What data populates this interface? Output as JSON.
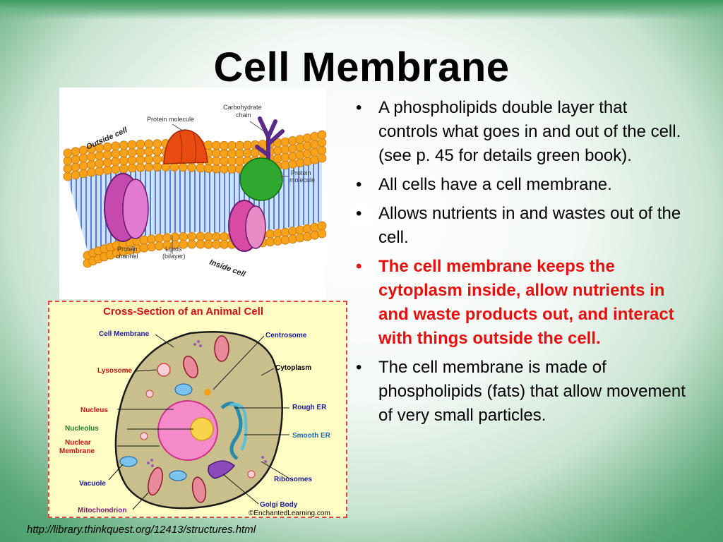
{
  "slide": {
    "title": "Cell Membrane",
    "source_url": "http://library.thinkquest.org/12413/structures.html"
  },
  "bullets": [
    {
      "text": "A phospholipids double layer that controls what goes in and out of the cell. (see p. 45 for details green book).",
      "style": "normal"
    },
    {
      "text": "All cells have a cell membrane.",
      "style": "normal"
    },
    {
      "text": "Allows nutrients in and wastes out of the cell.",
      "style": "normal"
    },
    {
      "text": "The cell membrane keeps the cytoplasm inside, allow nutrients in and waste products out, and interact with things outside the cell.",
      "style": "highlight"
    },
    {
      "text": "The cell membrane is made of phospholipids (fats) that allow movement of very small particles.",
      "style": "normal"
    }
  ],
  "bullet_symbol": "•",
  "membrane_diagram": {
    "labels": {
      "outside": "Outside cell",
      "inside": "Inside cell",
      "protein_top_1": "Protein molecule",
      "carb_1": "Carbohydrate",
      "carb_2": "chain",
      "protein_right_1": "Protein",
      "protein_right_2": "molecule",
      "channel_1": "Protein",
      "channel_2": "channel",
      "lipids_1": "Lipids",
      "lipids_2": "(bilayer)"
    }
  },
  "cell_diagram": {
    "title": "Cross-Section of an Animal Cell",
    "copyright": "©EnchantedLearning.com",
    "labels": {
      "cell_membrane": "Cell Membrane",
      "lysosome": "Lysosome",
      "nucleus": "Nucleus",
      "nucleolus": "Nucleolus",
      "nuclear_1": "Nuclear",
      "nuclear_2": "Membrane",
      "vacuole": "Vacuole",
      "mitochondrion": "Mitochondrion",
      "centrosome": "Centrosome",
      "cytoplasm": "Cytoplasm",
      "rough_er": "Rough ER",
      "smooth_er": "Smooth ER",
      "ribosomes": "Ribosomes",
      "golgi": "Golgi Body"
    }
  },
  "colors": {
    "highlight_text": "#e8100e",
    "background_green": "#3f9862",
    "lipid_head": "#f7a21b",
    "cell_label_blue": "#1a1a9a",
    "cell_label_red": "#cc1111",
    "cell_label_green": "#1c7c2c"
  }
}
